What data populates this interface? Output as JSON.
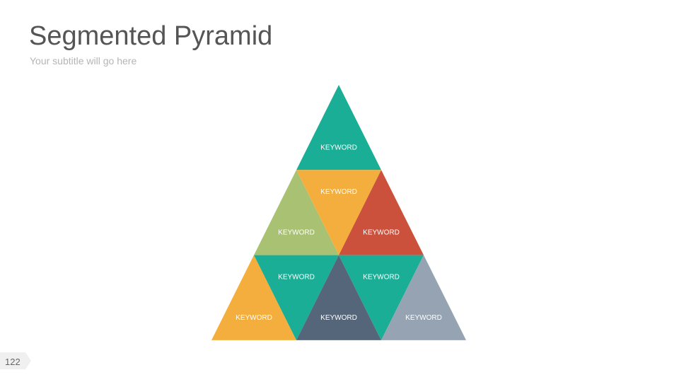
{
  "header": {
    "title": "Segmented Pyramid",
    "subtitle": "Your subtitle will go here"
  },
  "page_number": "122",
  "pyramid": {
    "segments": [
      {
        "label": "KEYWORD",
        "color": "#1aae97"
      },
      {
        "label": "KEYWORD",
        "color": "#a8c172"
      },
      {
        "label": "KEYWORD",
        "color": "#f4ae3d"
      },
      {
        "label": "KEYWORD",
        "color": "#cc513d"
      },
      {
        "label": "KEYWORD",
        "color": "#f4ae3d"
      },
      {
        "label": "KEYWORD",
        "color": "#1aae97"
      },
      {
        "label": "KEYWORD",
        "color": "#56667a"
      },
      {
        "label": "KEYWORD",
        "color": "#1aae97"
      },
      {
        "label": "KEYWORD",
        "color": "#95a3b3"
      }
    ]
  }
}
